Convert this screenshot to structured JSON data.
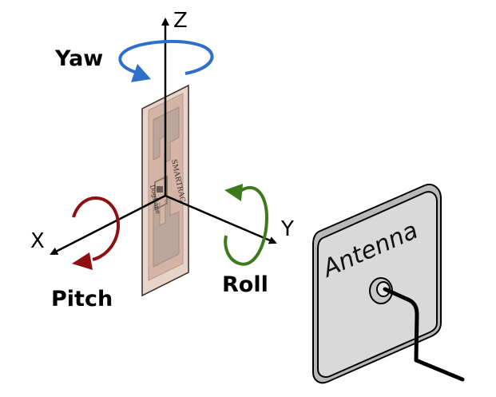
{
  "axes": {
    "x": "X",
    "y": "Y",
    "z": "Z"
  },
  "rotations": {
    "yaw": {
      "label": "Yaw",
      "color": "#2e6fcc"
    },
    "pitch": {
      "label": "Pitch",
      "color": "#8e1010"
    },
    "roll": {
      "label": "Roll",
      "color": "#3d7a1e"
    }
  },
  "rfid_tag": {
    "brand_print": "SMARTRAC",
    "model_print": "DogBone",
    "inlay_color": "#d9b9a9",
    "antenna_trace_color": "#b9a79f"
  },
  "antenna": {
    "label": "Antenna",
    "face_color": "#d9d9d9"
  }
}
